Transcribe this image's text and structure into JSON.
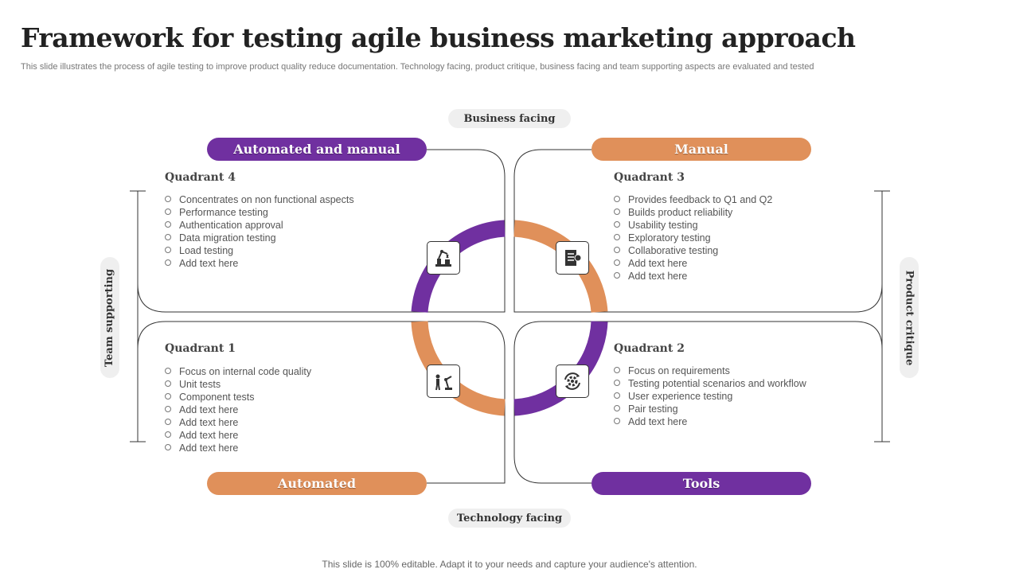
{
  "header": {
    "title": "Framework for testing agile business marketing approach",
    "subtitle": "This slide illustrates the process of agile testing to improve product quality reduce documentation. Technology facing, product critique, business facing and team supporting aspects are evaluated and tested"
  },
  "axes": {
    "top": "Business facing",
    "bottom": "Technology facing",
    "left": "Team supporting",
    "right": "Product critique"
  },
  "tags": {
    "top_left": "Automated and manual",
    "top_right": "Manual",
    "bottom_left": "Automated",
    "bottom_right": "Tools"
  },
  "quadrants": {
    "q4": {
      "heading": "Quadrant 4",
      "items": [
        "Concentrates on non functional aspects",
        "Performance testing",
        "Authentication approval",
        "Data migration testing",
        "Load testing",
        "Add text here"
      ]
    },
    "q3": {
      "heading": "Quadrant 3",
      "items": [
        "Provides feedback to Q1 and Q2",
        "Builds product reliability",
        "Usability testing",
        "Exploratory testing",
        "Collaborative testing",
        "Add text here",
        "Add text here"
      ]
    },
    "q1": {
      "heading": "Quadrant 1",
      "items": [
        "Focus on internal code quality",
        "Unit tests",
        "Component tests",
        "Add text here",
        "Add text here",
        "Add text here",
        "Add text here"
      ]
    },
    "q2": {
      "heading": "Quadrant 2",
      "items": [
        "Focus on requirements",
        "Testing potential scenarios and workflow",
        "User experience testing",
        "Pair testing",
        "Add text here"
      ]
    }
  },
  "icons": {
    "q4": "robot-arm-icon",
    "q3": "server-document-icon",
    "q1": "worker-robot-icon",
    "q2": "gear-cycle-icon"
  },
  "colors": {
    "purple": "#7030a0",
    "orange": "#e0905a"
  },
  "footer": "This slide is 100% editable. Adapt it to your needs and capture your audience's attention."
}
